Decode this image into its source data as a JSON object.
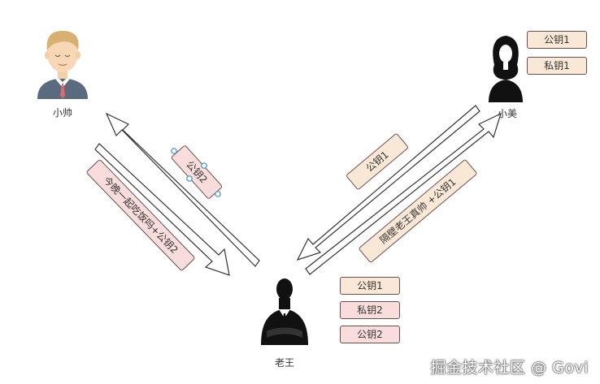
{
  "people": {
    "xiaoshuai": "小帅",
    "xiaomei": "小美",
    "laowang": "老王"
  },
  "xiaomei_keys": {
    "pub": "公钥1",
    "priv": "私钥1"
  },
  "laowang_keys": {
    "pub1": "公钥1",
    "priv2": "私钥2",
    "pub2": "公钥2"
  },
  "messages": {
    "to_xiaoshuai_key": "公钥2",
    "to_laowang_from_xiaoshuai": "今晚一起吃饭吗+公钥2",
    "to_laowang_key": "公钥1",
    "to_xiaomei": "隔壁老王真帅 +公钥1"
  },
  "watermark": "掘金技术社区 @ Govi",
  "colors": {
    "pub": "#fae8d6",
    "priv": "#f9dcdc",
    "border": "#6b4f4f"
  }
}
